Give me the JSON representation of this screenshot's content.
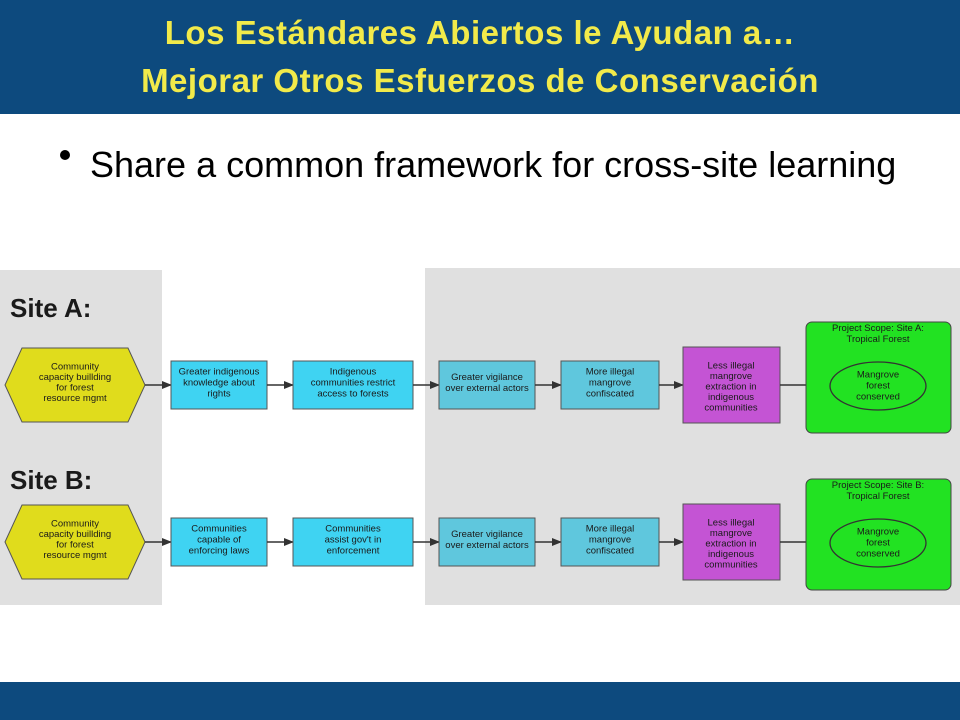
{
  "slide": {
    "title_line1": "Los Estándares Abiertos le Ayudan a…",
    "title_line2": "Mejorar Otros Esfuerzos de Conservación",
    "bullet": "Share a common framework for cross-site learning"
  },
  "colors": {
    "header_bg": "#0d4a7e",
    "title_text": "#f2ea4a",
    "strategy": "#e0dc1c",
    "result_light": "#3fd3f2",
    "result_dark": "#5fc7dd",
    "threat": "#c454d4",
    "scope": "#22e222",
    "panel": "#e0e0e0"
  },
  "diagram": {
    "sites": [
      {
        "label": "Site A:",
        "strategy": [
          "Community",
          "capacity buillding",
          "for forest",
          "resource mgmt"
        ],
        "results": [
          [
            "Greater indigenous",
            "knowledge about",
            "rights"
          ],
          [
            "Indigenous",
            "communities restrict",
            "access to forests"
          ],
          [
            "Greater vigilance",
            "over external actors"
          ],
          [
            "More illegal",
            "mangrove",
            "confiscated"
          ]
        ],
        "threat": [
          "Less illegal",
          "mangrove",
          "extraction in",
          "indigenous",
          "communities"
        ],
        "scope_title": [
          "Project Scope: Site A:",
          "Tropical Forest"
        ],
        "target": [
          "Mangrove",
          "forest",
          "conserved"
        ]
      },
      {
        "label": "Site B:",
        "strategy": [
          "Community",
          "capacity buillding",
          "for forest",
          "resource mgmt"
        ],
        "results": [
          [
            "Communities",
            "capable of",
            "enforcing laws"
          ],
          [
            "Communities",
            "assist gov't in",
            "enforcement"
          ],
          [
            "Greater vigilance",
            "over external actors"
          ],
          [
            "More illegal",
            "mangrove",
            "confiscated"
          ]
        ],
        "threat": [
          "Less illegal",
          "mangrove",
          "extraction in",
          "indigenous",
          "communities"
        ],
        "scope_title": [
          "Project Scope: Site B:",
          "Tropical Forest"
        ],
        "target": [
          "Mangrove",
          "forest",
          "conserved"
        ]
      }
    ]
  }
}
